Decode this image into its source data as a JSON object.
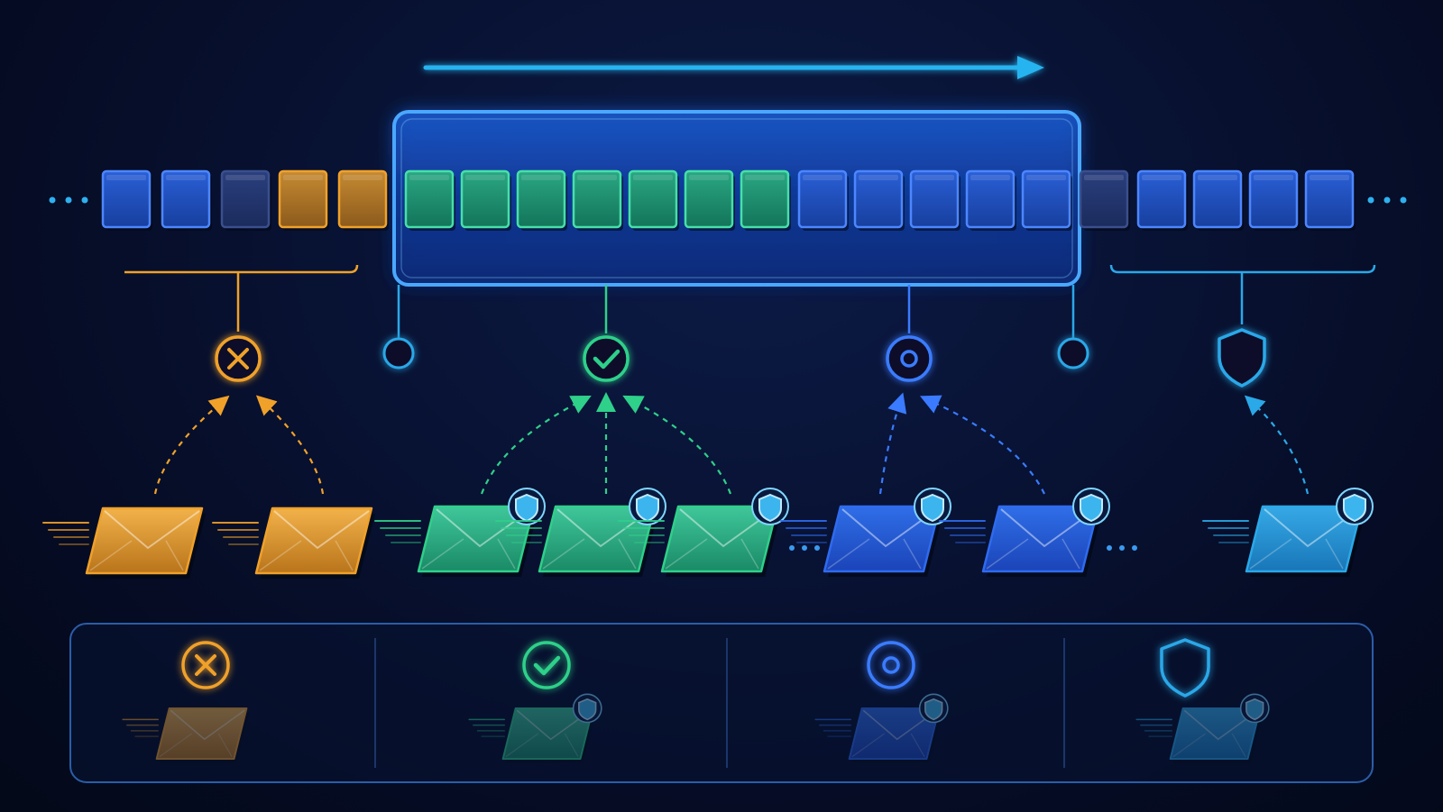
{
  "colors": {
    "background": "#06102a",
    "rejected": "#f0a12a",
    "accepted": "#2fd08a",
    "pending": "#2f6bf0",
    "protected": "#2aa8e8",
    "window": "#3aa0ff",
    "arrow": "#28b4f0"
  },
  "sequence": {
    "direction": "left-to-right",
    "slots": [
      {
        "state": "pending"
      },
      {
        "state": "pending"
      },
      {
        "state": "faded"
      },
      {
        "state": "rejected"
      },
      {
        "state": "rejected"
      },
      {
        "state": "accepted"
      },
      {
        "state": "accepted"
      },
      {
        "state": "accepted"
      },
      {
        "state": "accepted"
      },
      {
        "state": "accepted"
      },
      {
        "state": "accepted"
      },
      {
        "state": "accepted"
      },
      {
        "state": "pending"
      },
      {
        "state": "pending"
      },
      {
        "state": "pending"
      },
      {
        "state": "pending"
      },
      {
        "state": "pending"
      },
      {
        "state": "faded"
      },
      {
        "state": "pending"
      },
      {
        "state": "pending"
      },
      {
        "state": "pending"
      },
      {
        "state": "pending"
      }
    ],
    "window_first_slot": 5,
    "window_last_slot": 16
  },
  "markers": [
    {
      "kind": "rejected",
      "icon": "x-circle-icon",
      "messages": 2
    },
    {
      "kind": "window-edge",
      "icon": "circle-icon"
    },
    {
      "kind": "accepted",
      "icon": "check-circle-icon",
      "messages": 3
    },
    {
      "kind": "pending",
      "icon": "target-circle-icon",
      "messages": 2
    },
    {
      "kind": "window-edge",
      "icon": "circle-icon"
    },
    {
      "kind": "protected",
      "icon": "shield-icon",
      "messages": 1
    }
  ],
  "legend": [
    {
      "kind": "rejected",
      "icon": "x-circle-icon",
      "message_icon": "envelope-icon"
    },
    {
      "kind": "accepted",
      "icon": "check-circle-icon",
      "message_icon": "shielded-envelope-icon"
    },
    {
      "kind": "pending",
      "icon": "target-circle-icon",
      "message_icon": "shielded-envelope-icon"
    },
    {
      "kind": "protected",
      "icon": "shield-icon",
      "message_icon": "shielded-envelope-icon"
    }
  ]
}
